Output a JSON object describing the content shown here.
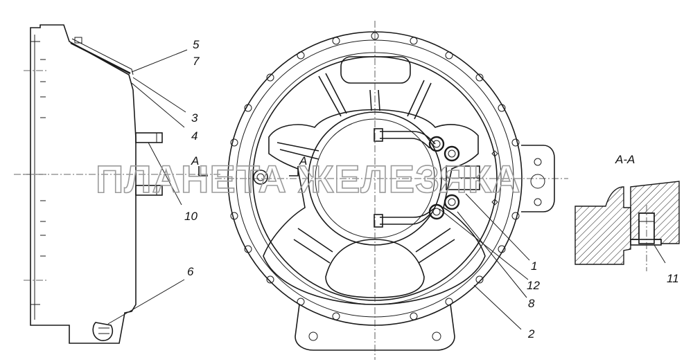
{
  "diagram": {
    "watermark": "ПЛАНЕТА ЖЕЛЕЗЯКА",
    "section_title": "А-А",
    "section_mark_left": "А",
    "section_mark_right": "А",
    "callouts": {
      "c1": "1",
      "c2": "2",
      "c3": "3",
      "c4": "4",
      "c5": "5",
      "c6": "6",
      "c7": "7",
      "c8": "8",
      "c10": "10",
      "c11": "11",
      "c12": "12"
    }
  }
}
